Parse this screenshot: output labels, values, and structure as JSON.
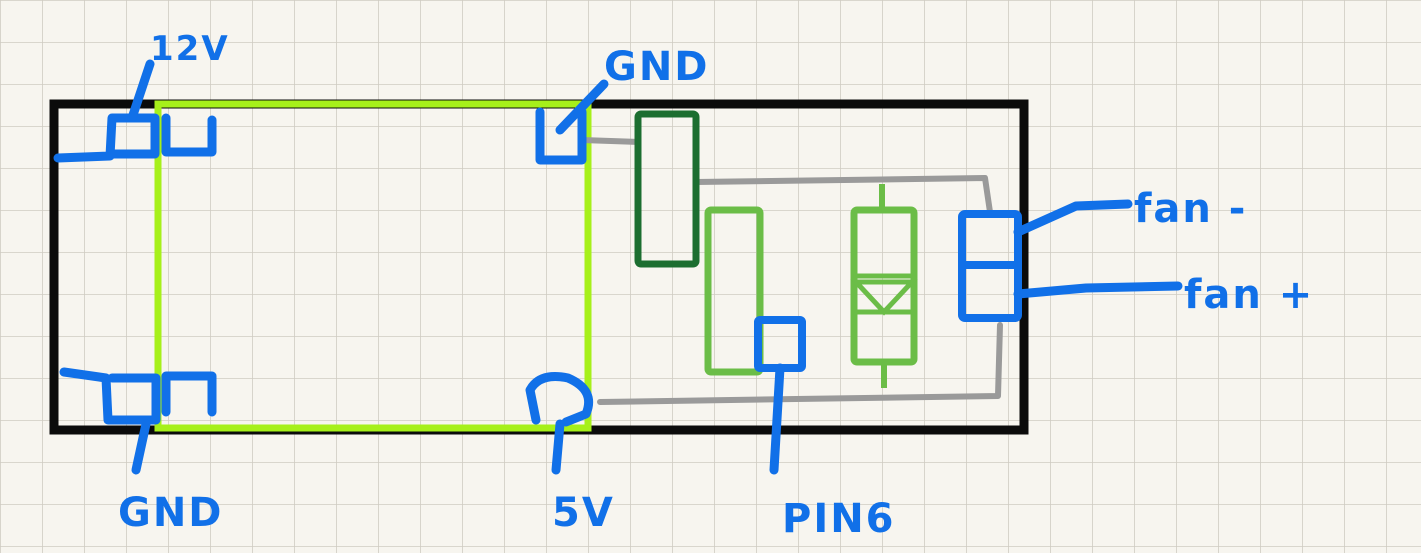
{
  "labels": {
    "v12": "12V",
    "gnd_top": "GND",
    "gnd_bottom": "GND",
    "v5": "5V",
    "pin6": "PIN6",
    "fan_minus": "fan -",
    "fan_plus": "fan +"
  },
  "colors": {
    "paper": "#f7f5ef",
    "grid": "#cfcbc2",
    "board_outline": "#0b0b0b",
    "module_outline": "#a6f01a",
    "wire_label": "#1170e8",
    "trace": "#9a9a9a",
    "transistor": "#1c6e30",
    "resistor": "#6bbd47",
    "diode": "#6bbd47"
  },
  "components": [
    "power-module",
    "mosfet",
    "resistor",
    "flyback-diode",
    "fan-connector"
  ]
}
